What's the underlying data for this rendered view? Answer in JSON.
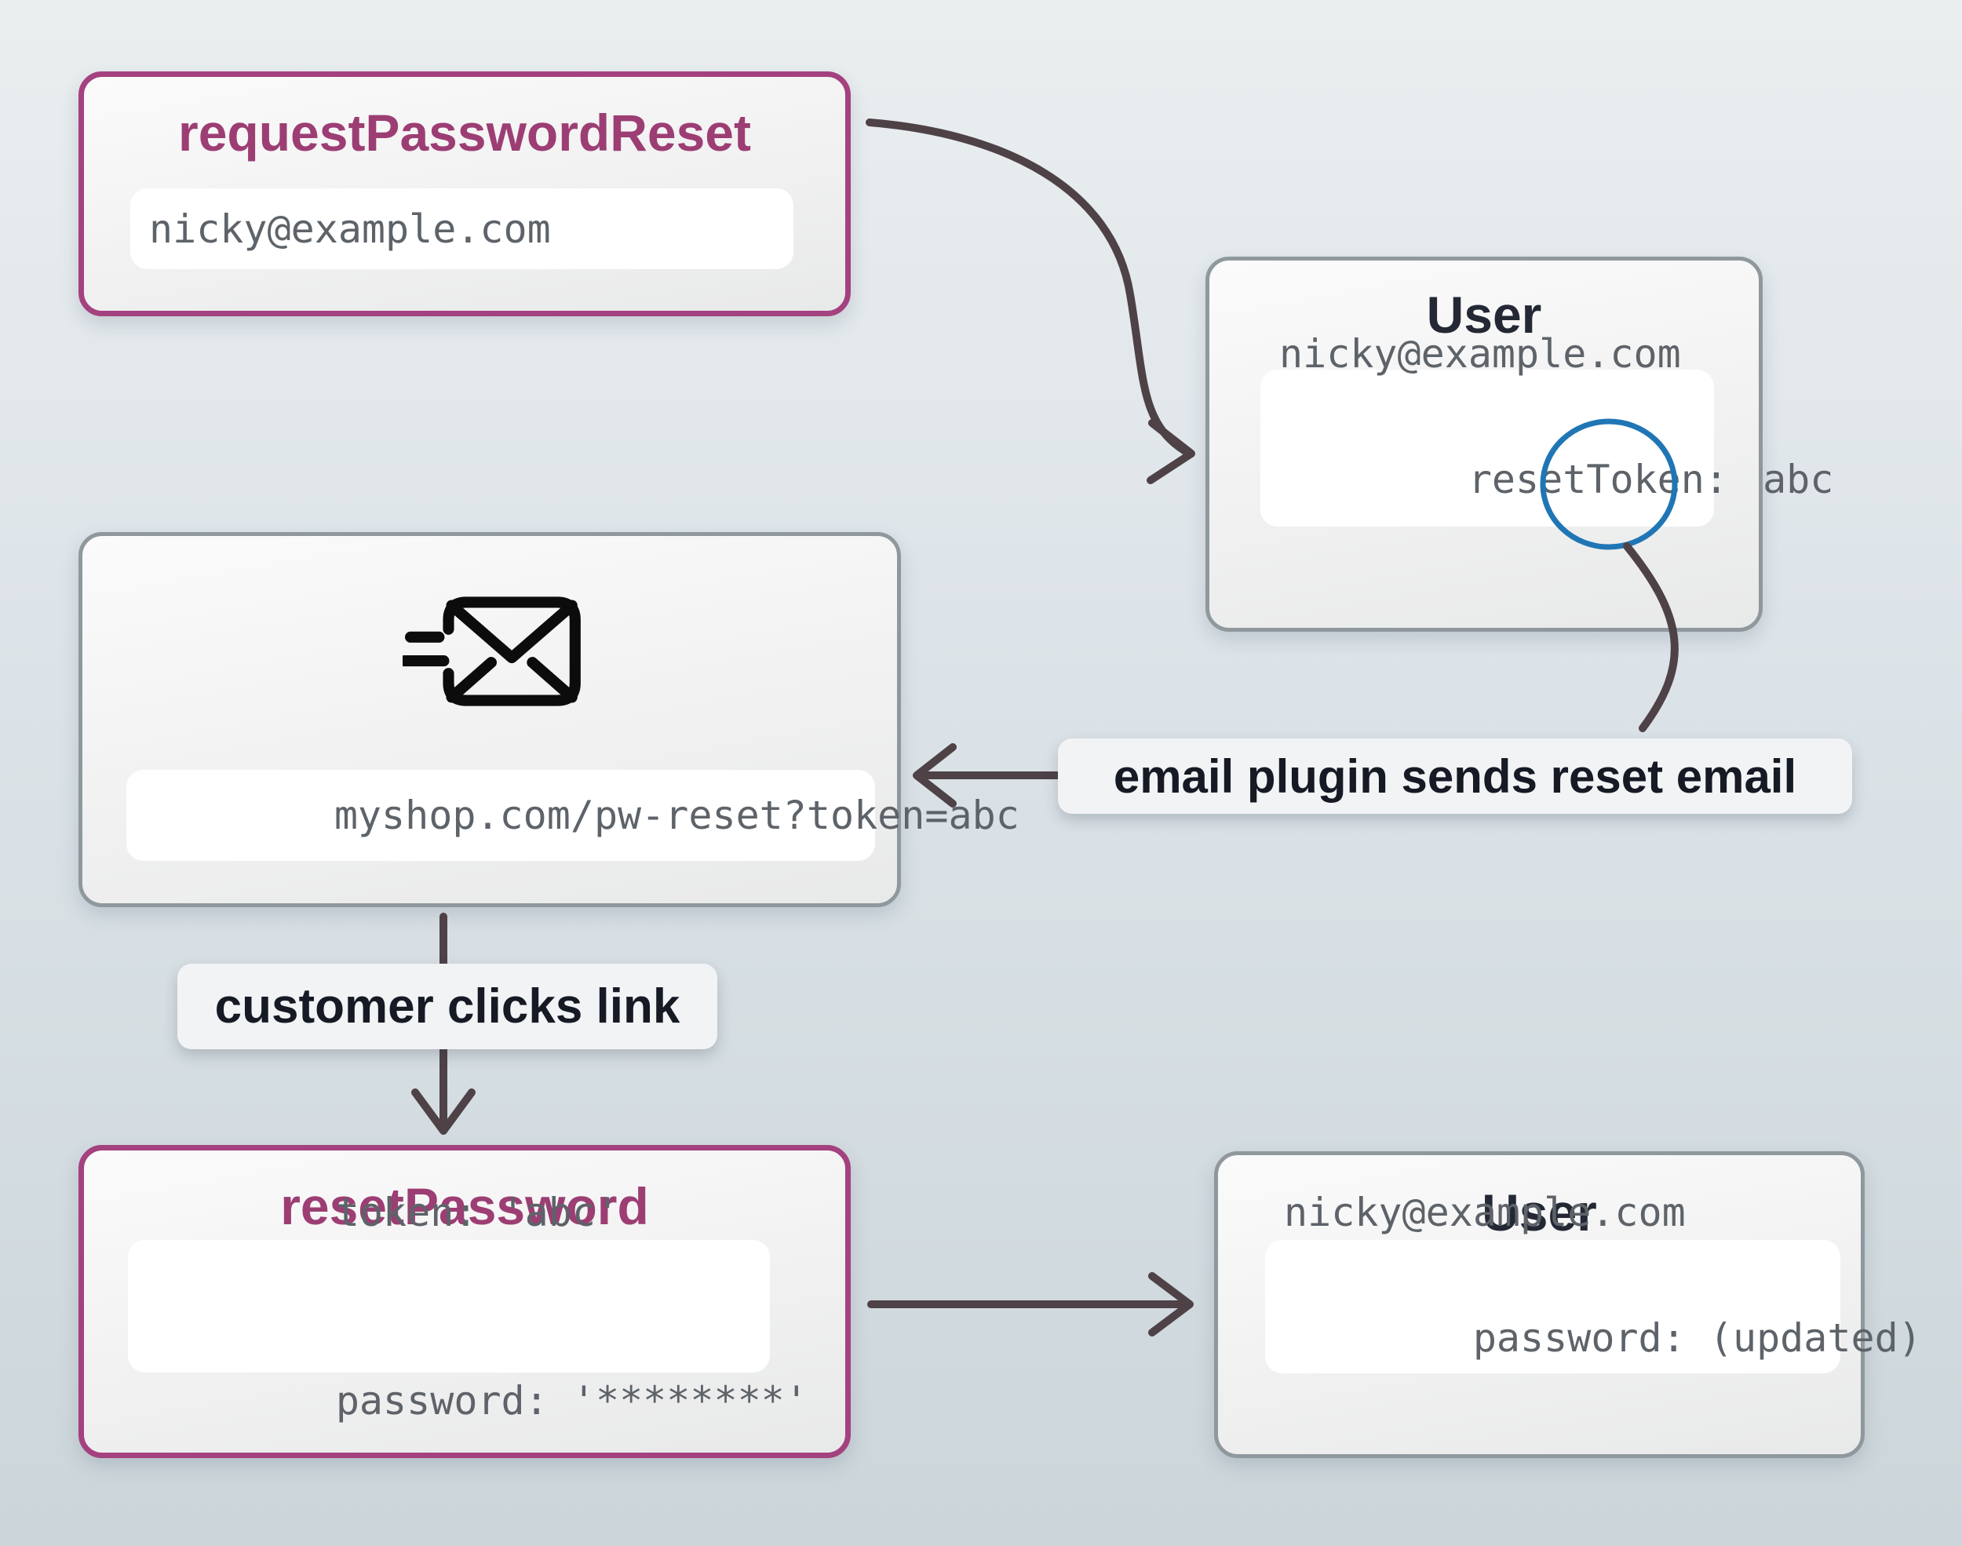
{
  "colors": {
    "accent_purple_border": "#a4417f",
    "accent_purple_text": "#9c3e74",
    "token_blue": "#1d77b8",
    "updated_green": "#1f9e2c",
    "arrow_dark": "#4e4247",
    "mono_gray": "#5d6369",
    "background_top": "#eaeeef",
    "background_bottom": "#ccd6da"
  },
  "chars": {
    "quote": "'"
  },
  "nodes": {
    "request_password_reset": {
      "title": "requestPasswordReset",
      "input_value": "nicky@example.com"
    },
    "user_top": {
      "title": "User",
      "email": "nicky@example.com",
      "reset_token_label": "resetToken: ",
      "reset_token_value": "abc"
    },
    "email": {
      "icon": "mail-send-icon",
      "url_prefix": "myshop.com/pw-reset?token=",
      "url_token": "abc"
    },
    "reset_password": {
      "title": "resetPassword",
      "token_label": "token: ",
      "token_value": "abc",
      "password_label": "password: ",
      "password_value": "********"
    },
    "user_bottom": {
      "title": "User",
      "email": "nicky@example.com",
      "password_label": "password: ",
      "password_value": "(updated)"
    }
  },
  "annotations": {
    "email_plugin": "email plugin sends reset email",
    "customer_clicks": "customer clicks link"
  }
}
